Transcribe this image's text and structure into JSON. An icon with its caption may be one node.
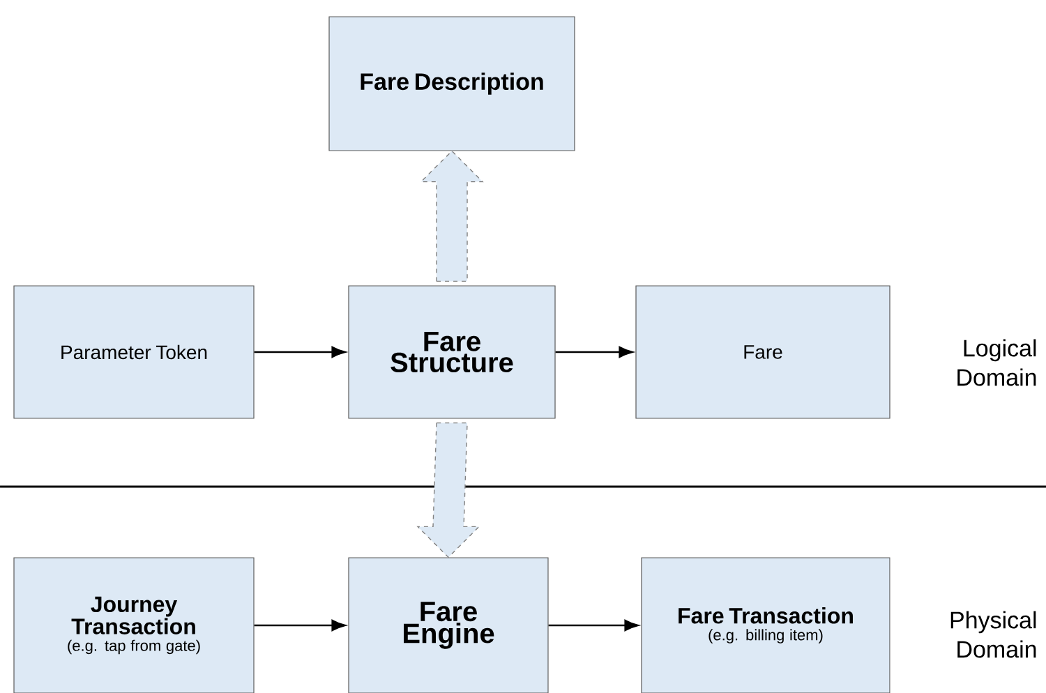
{
  "diagram": {
    "nodes": [
      {
        "text": [
          "Fare Description"
        ]
      },
      {
        "text": [
          "Parameter Token"
        ]
      },
      {
        "text": [
          "Fare Structure"
        ]
      },
      {
        "text": [
          "Fare"
        ]
      },
      {
        "text": [
          "Journey Transaction",
          "(e.g. tap from gate)"
        ]
      },
      {
        "text": [
          "Fare Engine"
        ]
      },
      {
        "text": [
          "Fare Transaction",
          "(e.g. billing item)"
        ]
      }
    ],
    "edges": [
      {
        "from": 2,
        "to": 0,
        "arrow": "to",
        "style": "dashed"
      },
      {
        "from": 1,
        "to": 2,
        "arrow": "to"
      },
      {
        "from": 2,
        "to": 3,
        "arrow": "to"
      },
      {
        "from": 2,
        "to": 5,
        "arrow": "to",
        "style": "dashed"
      },
      {
        "from": 4,
        "to": 5,
        "arrow": "to"
      },
      {
        "from": 5,
        "to": 6,
        "arrow": "to"
      }
    ],
    "labels": [
      "Logical Domain",
      "Physical Domain"
    ]
  }
}
